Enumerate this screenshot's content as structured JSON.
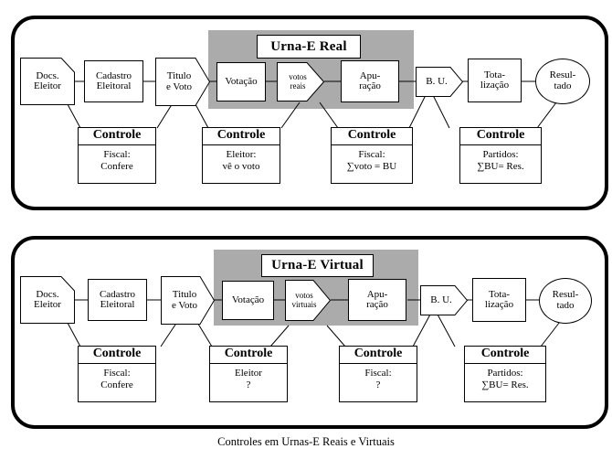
{
  "caption": "Controles em Urnas-E Reais e Virtuais",
  "colors": {
    "gray_region": "#ababab",
    "border": "#000000",
    "background": "#ffffff"
  },
  "panels": [
    {
      "id": "real",
      "urna_title": "Urna-E Real",
      "flow": [
        {
          "name": "docs-eleitor",
          "lines": [
            "Docs.",
            "Eleitor"
          ],
          "shape": "document"
        },
        {
          "name": "cadastro",
          "lines": [
            "Cadastro",
            "Eleitoral"
          ],
          "shape": "rect"
        },
        {
          "name": "titulo-voto",
          "lines": [
            "Titulo",
            "e Voto"
          ],
          "shape": "hexagon"
        },
        {
          "name": "votacao",
          "lines": [
            "Votação"
          ],
          "shape": "rect"
        },
        {
          "name": "votos",
          "lines": [
            "votos",
            "reais"
          ],
          "shape": "arrow"
        },
        {
          "name": "apuracao",
          "lines": [
            "Apu-",
            "ração"
          ],
          "shape": "rect"
        },
        {
          "name": "bu",
          "lines": [
            "B. U."
          ],
          "shape": "hexagon"
        },
        {
          "name": "totalizacao",
          "lines": [
            "Tota-",
            "lização"
          ],
          "shape": "rect"
        },
        {
          "name": "resultado",
          "lines": [
            "Resul-",
            "tado"
          ],
          "shape": "ellipse"
        }
      ],
      "controles": [
        {
          "header": "Controle",
          "lines": [
            "Fiscal:",
            "Confere"
          ]
        },
        {
          "header": "Controle",
          "lines": [
            "Eleitor:",
            "vê o voto"
          ]
        },
        {
          "header": "Controle",
          "lines": [
            "Fiscal:",
            "∑voto = BU"
          ]
        },
        {
          "header": "Controle",
          "lines": [
            "Partidos:",
            "∑BU= Res."
          ]
        }
      ]
    },
    {
      "id": "virtual",
      "urna_title": "Urna-E Virtual",
      "flow": [
        {
          "name": "docs-eleitor",
          "lines": [
            "Docs.",
            "Eleitor"
          ],
          "shape": "document"
        },
        {
          "name": "cadastro",
          "lines": [
            "Cadastro",
            "Eleitoral"
          ],
          "shape": "rect"
        },
        {
          "name": "titulo-voto",
          "lines": [
            "Titulo",
            "e Voto"
          ],
          "shape": "hexagon"
        },
        {
          "name": "votacao",
          "lines": [
            "Votação"
          ],
          "shape": "rect"
        },
        {
          "name": "votos",
          "lines": [
            "votos",
            "virtuais"
          ],
          "shape": "arrow"
        },
        {
          "name": "apuracao",
          "lines": [
            "Apu-",
            "ração"
          ],
          "shape": "rect"
        },
        {
          "name": "bu",
          "lines": [
            "B. U."
          ],
          "shape": "hexagon"
        },
        {
          "name": "totalizacao",
          "lines": [
            "Tota-",
            "lização"
          ],
          "shape": "rect"
        },
        {
          "name": "resultado",
          "lines": [
            "Resul-",
            "tado"
          ],
          "shape": "ellipse"
        }
      ],
      "controles": [
        {
          "header": "Controle",
          "lines": [
            "Fiscal:",
            "Confere"
          ]
        },
        {
          "header": "Controle",
          "lines": [
            "Eleitor",
            "?"
          ]
        },
        {
          "header": "Controle",
          "lines": [
            "Fiscal:",
            "?"
          ]
        },
        {
          "header": "Controle",
          "lines": [
            "Partidos:",
            "∑BU= Res."
          ]
        }
      ]
    }
  ]
}
